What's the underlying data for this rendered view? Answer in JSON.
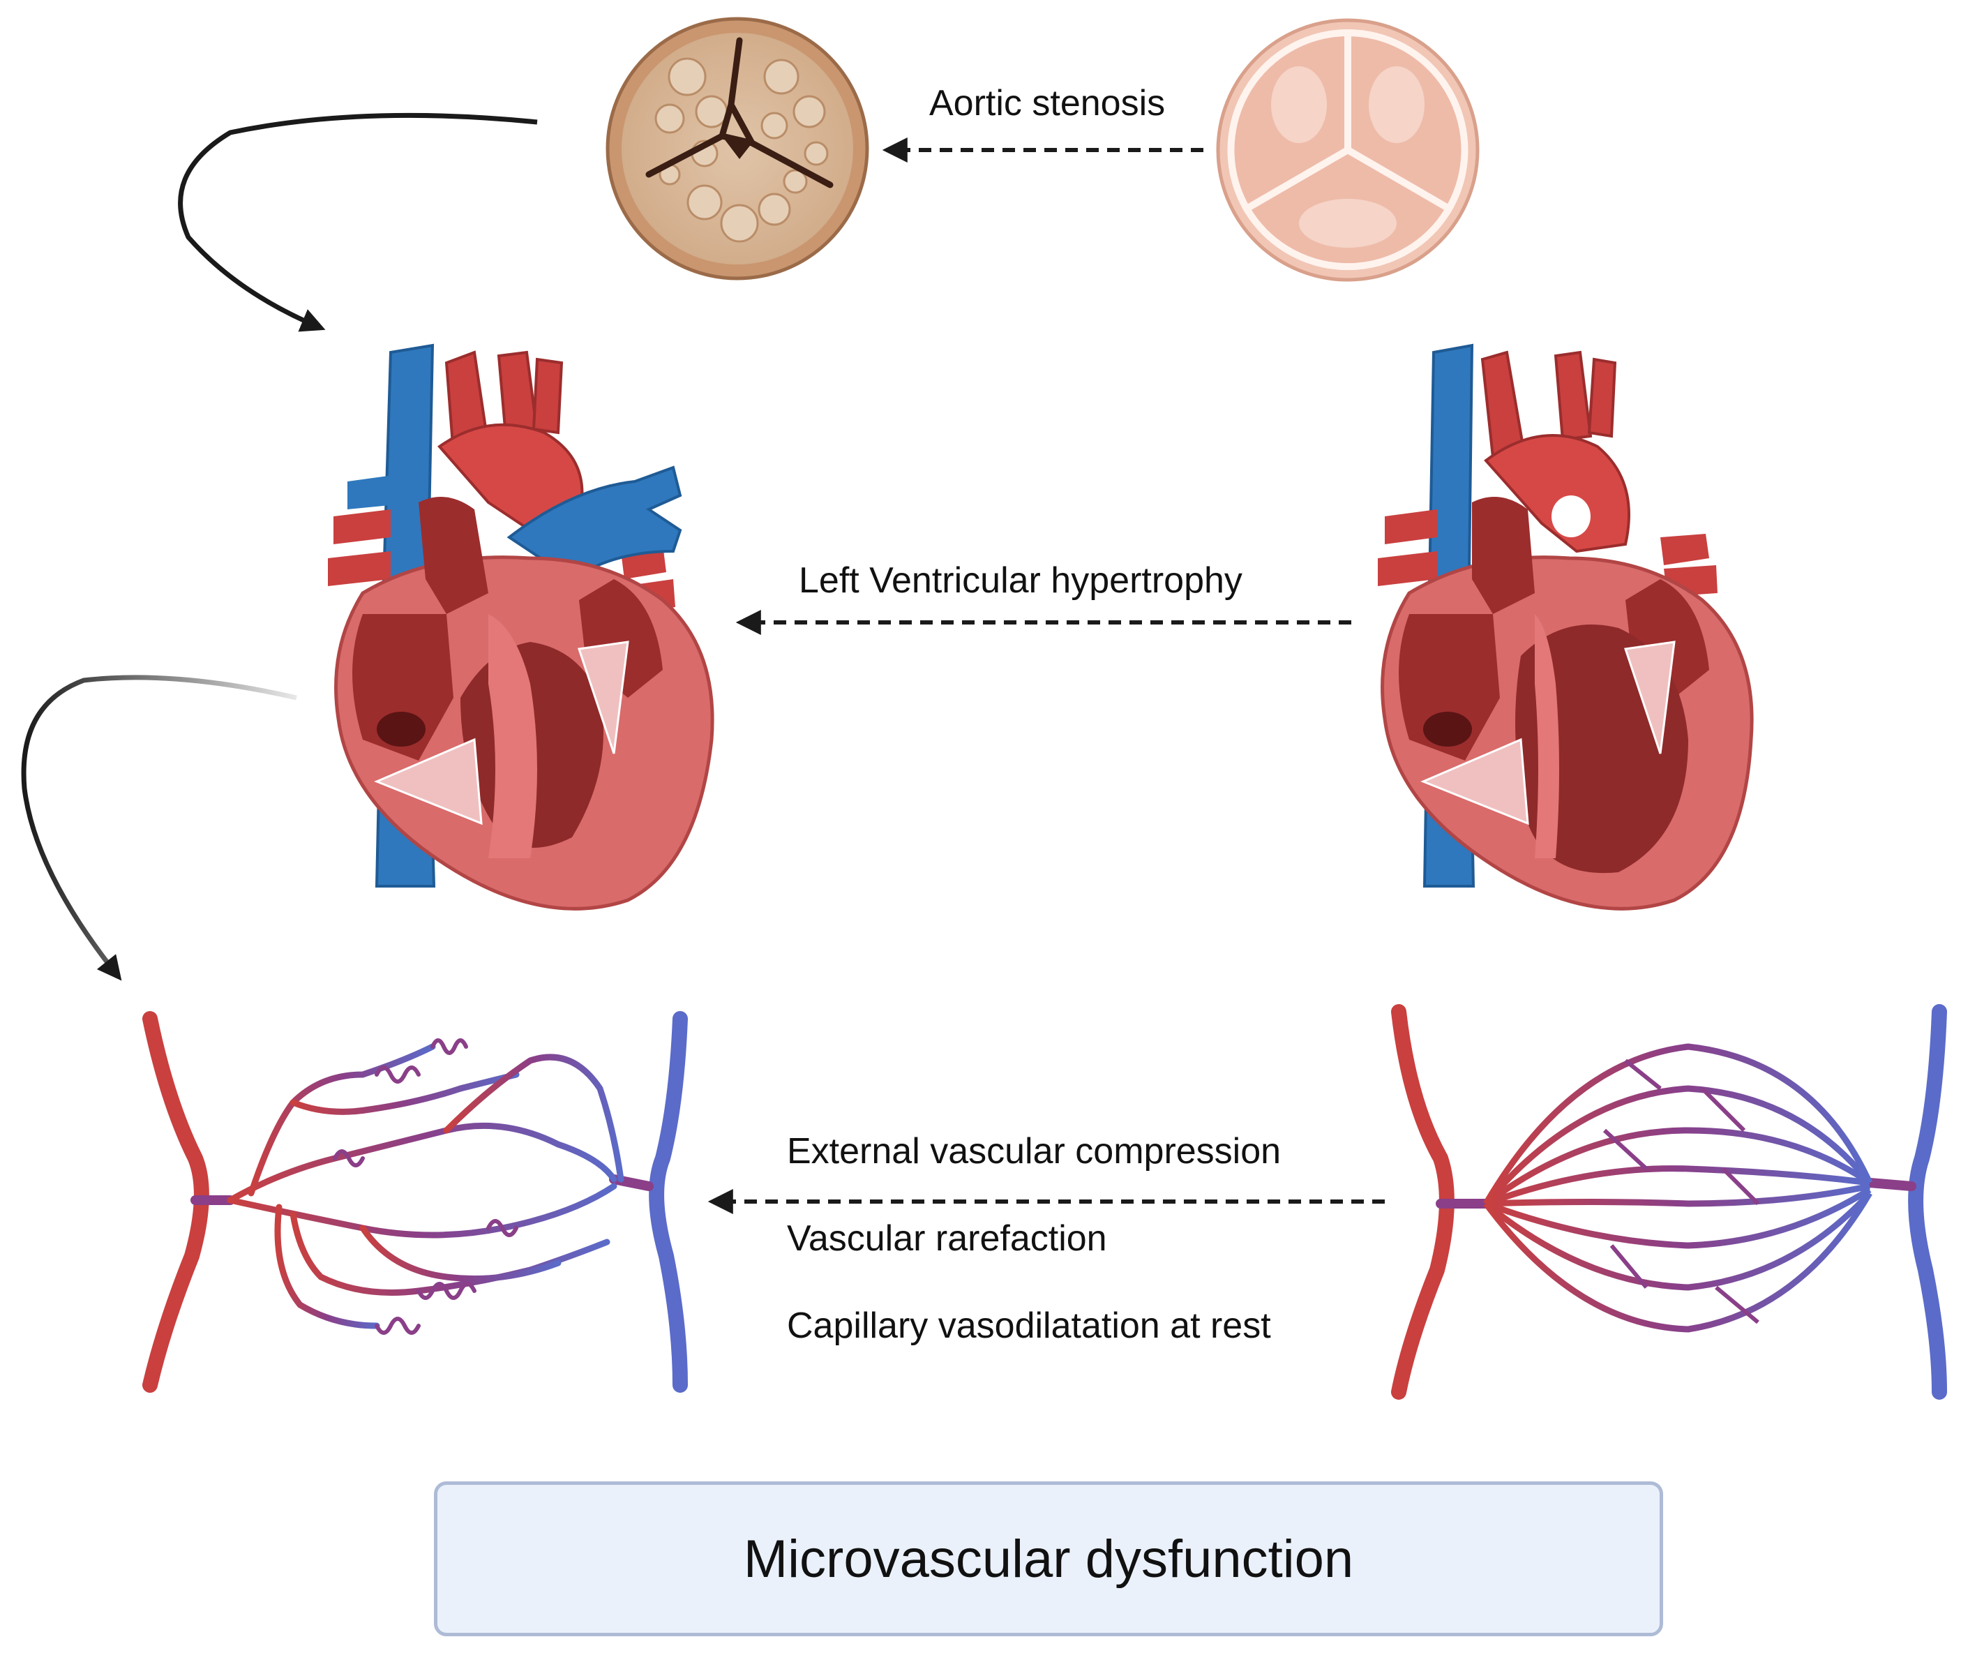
{
  "labels": {
    "aortic": "Aortic stenosis",
    "lvh": "Left Ventricular hypertrophy",
    "mechanisms": [
      "External vascular compression",
      "Vascular rarefaction",
      "Capillary vasodilatation at rest"
    ],
    "outcome": "Microvascular dysfunction"
  },
  "icons": {
    "valve_stenotic": "stenotic-aortic-valve-icon",
    "valve_normal": "normal-aortic-valve-icon",
    "heart_hypertrophic": "hypertrophic-heart-icon",
    "heart_normal": "normal-heart-icon",
    "capillary_diseased": "rarefied-capillary-bed-icon",
    "capillary_normal": "normal-capillary-bed-icon"
  },
  "colors": {
    "artery": "#c9403f",
    "vein": "#2f78bd",
    "capillary_venous": "#5a6bc9",
    "box_fill": "#eaf1fb",
    "box_border": "#aebbd6"
  }
}
